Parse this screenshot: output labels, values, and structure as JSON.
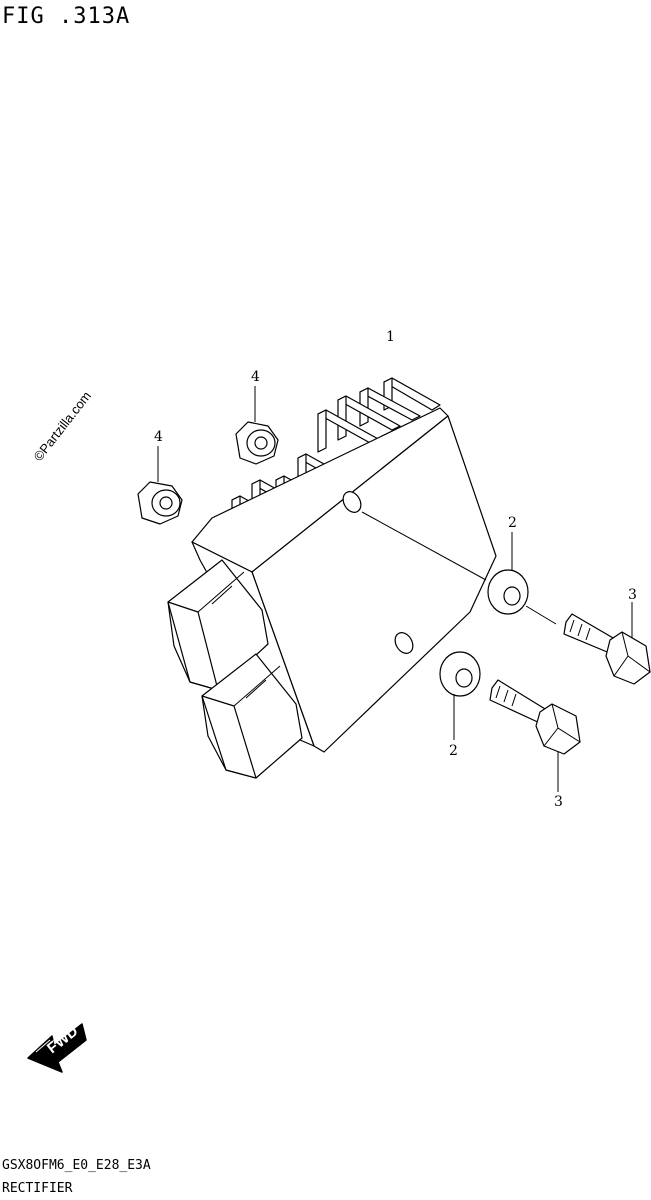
{
  "figure": {
    "title": "FIG .313A"
  },
  "watermark": {
    "text": "©Partzilla.com"
  },
  "parts": {
    "rectifier": {
      "callout": "1"
    },
    "washer_upper": {
      "callout": "2"
    },
    "washer_lower": {
      "callout": "2"
    },
    "bolt_upper": {
      "callout": "3"
    },
    "bolt_lower": {
      "callout": "3"
    },
    "nut_left": {
      "callout": "4"
    },
    "nut_top": {
      "callout": "4"
    }
  },
  "fwd_arrow": {
    "label": "FWD",
    "icon": "fwd-arrow-icon"
  },
  "footer": {
    "model_code": "GSX8OFM6_E0_E28_E3A",
    "section_name": "RECTIFIER"
  }
}
